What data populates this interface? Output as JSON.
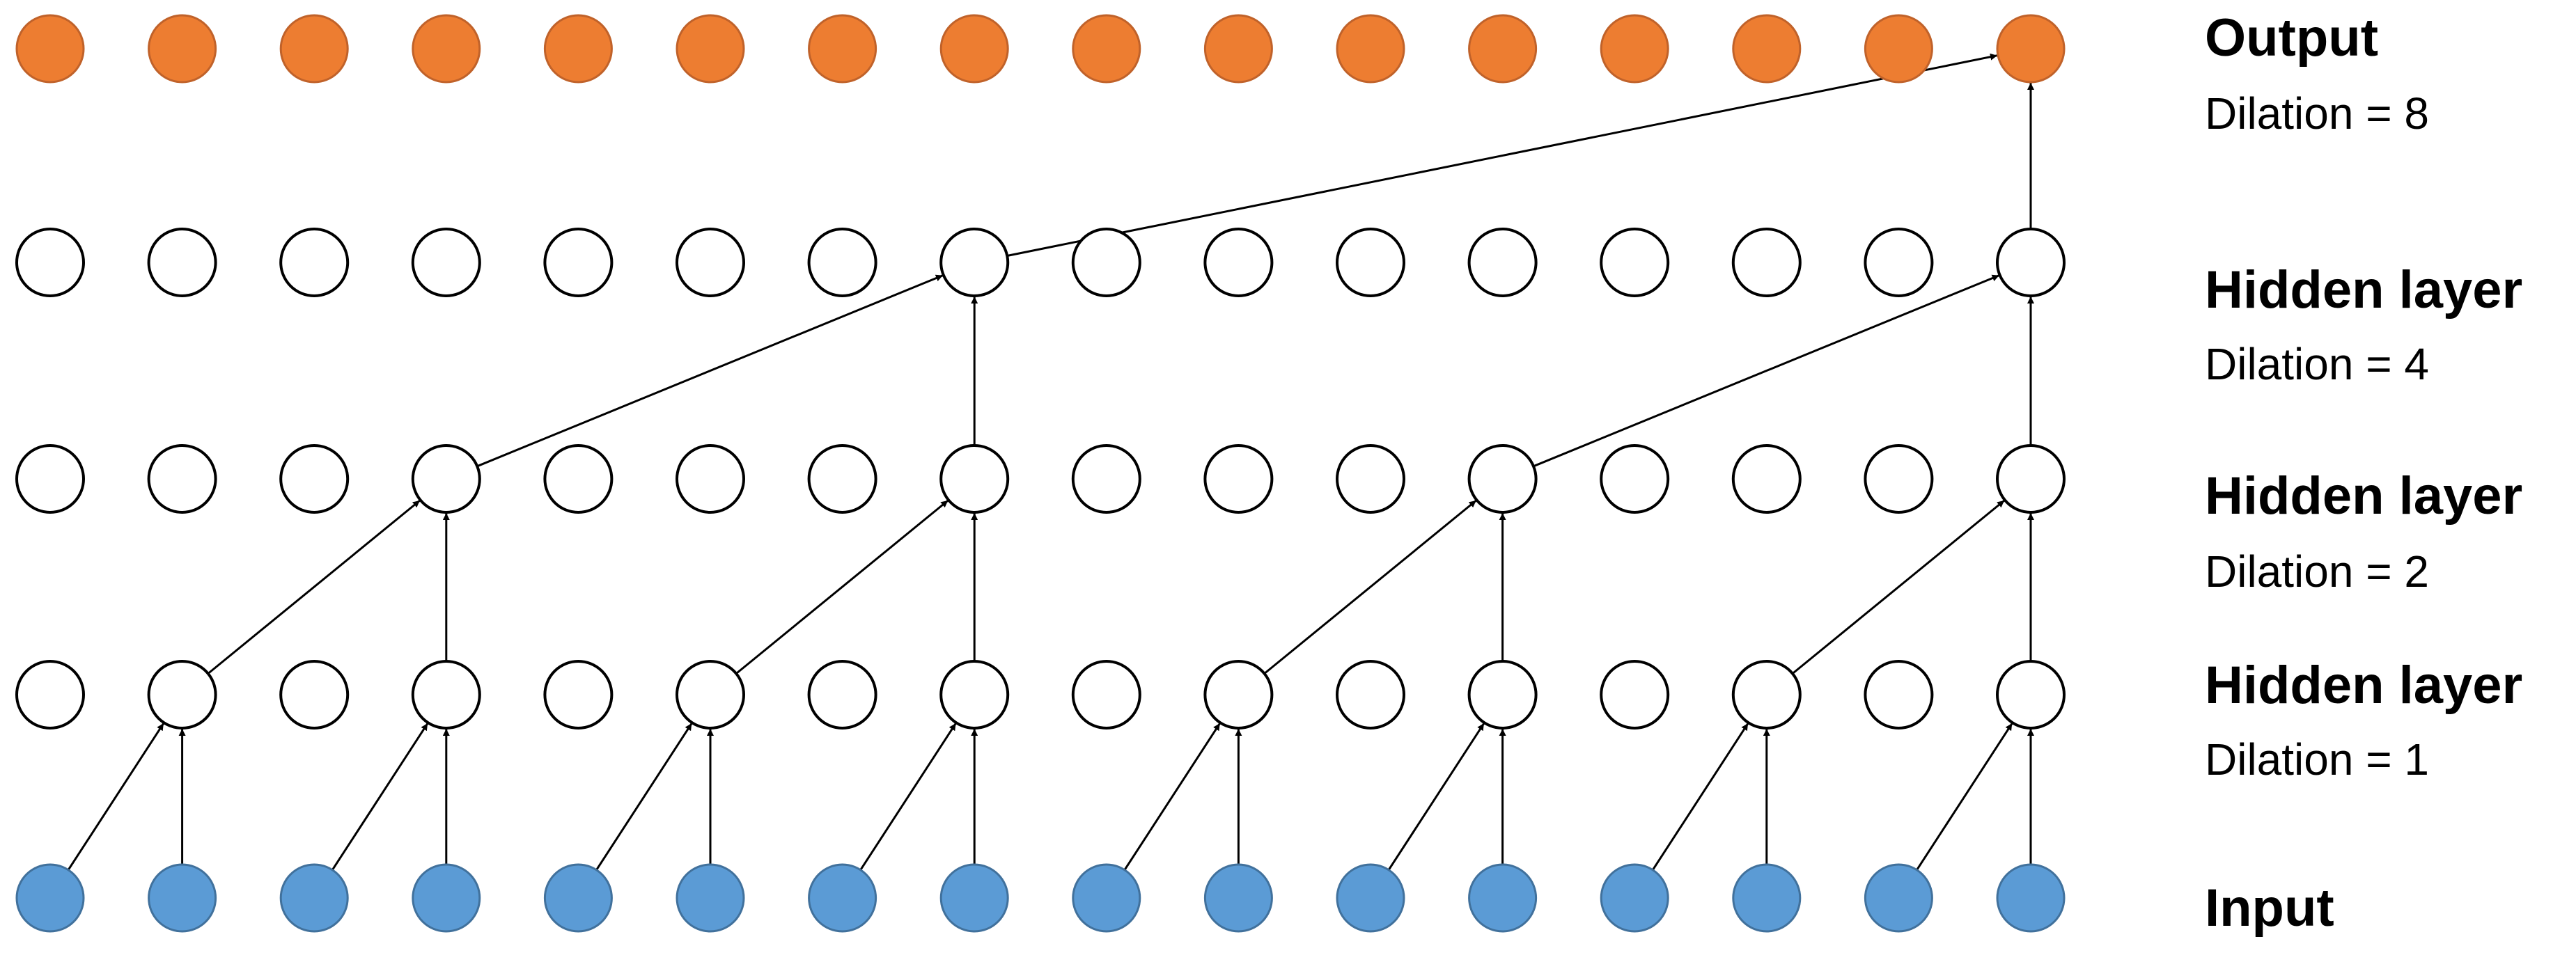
{
  "colors": {
    "output_fill": "#ED7D31",
    "output_stroke": "#C0622A",
    "input_fill": "#5B9BD5",
    "input_stroke": "#41719C",
    "hidden_fill": "#FFFFFF",
    "hidden_stroke": "#000000",
    "edge": "#000000"
  },
  "nodes_per_layer": 16,
  "layers": [
    {
      "id": "output",
      "kind": "output",
      "title": "Output",
      "subtitle": "Dilation = 8"
    },
    {
      "id": "hidden3",
      "kind": "hidden",
      "title": "Hidden layer",
      "subtitle": "Dilation = 4"
    },
    {
      "id": "hidden2",
      "kind": "hidden",
      "title": "Hidden layer",
      "subtitle": "Dilation = 2"
    },
    {
      "id": "hidden1",
      "kind": "hidden",
      "title": "Hidden layer",
      "subtitle": "Dilation = 1"
    },
    {
      "id": "input",
      "kind": "input",
      "title": "Input",
      "subtitle": ""
    }
  ],
  "edges": [
    {
      "from_layer": "input",
      "from": 0,
      "to_layer": "hidden1",
      "to": 1
    },
    {
      "from_layer": "input",
      "from": 1,
      "to_layer": "hidden1",
      "to": 1
    },
    {
      "from_layer": "input",
      "from": 2,
      "to_layer": "hidden1",
      "to": 3
    },
    {
      "from_layer": "input",
      "from": 3,
      "to_layer": "hidden1",
      "to": 3
    },
    {
      "from_layer": "input",
      "from": 4,
      "to_layer": "hidden1",
      "to": 5
    },
    {
      "from_layer": "input",
      "from": 5,
      "to_layer": "hidden1",
      "to": 5
    },
    {
      "from_layer": "input",
      "from": 6,
      "to_layer": "hidden1",
      "to": 7
    },
    {
      "from_layer": "input",
      "from": 7,
      "to_layer": "hidden1",
      "to": 7
    },
    {
      "from_layer": "input",
      "from": 8,
      "to_layer": "hidden1",
      "to": 9
    },
    {
      "from_layer": "input",
      "from": 9,
      "to_layer": "hidden1",
      "to": 9
    },
    {
      "from_layer": "input",
      "from": 10,
      "to_layer": "hidden1",
      "to": 11
    },
    {
      "from_layer": "input",
      "from": 11,
      "to_layer": "hidden1",
      "to": 11
    },
    {
      "from_layer": "input",
      "from": 12,
      "to_layer": "hidden1",
      "to": 13
    },
    {
      "from_layer": "input",
      "from": 13,
      "to_layer": "hidden1",
      "to": 13
    },
    {
      "from_layer": "input",
      "from": 14,
      "to_layer": "hidden1",
      "to": 15
    },
    {
      "from_layer": "input",
      "from": 15,
      "to_layer": "hidden1",
      "to": 15
    },
    {
      "from_layer": "hidden1",
      "from": 1,
      "to_layer": "hidden2",
      "to": 3
    },
    {
      "from_layer": "hidden1",
      "from": 3,
      "to_layer": "hidden2",
      "to": 3
    },
    {
      "from_layer": "hidden1",
      "from": 5,
      "to_layer": "hidden2",
      "to": 7
    },
    {
      "from_layer": "hidden1",
      "from": 7,
      "to_layer": "hidden2",
      "to": 7
    },
    {
      "from_layer": "hidden1",
      "from": 9,
      "to_layer": "hidden2",
      "to": 11
    },
    {
      "from_layer": "hidden1",
      "from": 11,
      "to_layer": "hidden2",
      "to": 11
    },
    {
      "from_layer": "hidden1",
      "from": 13,
      "to_layer": "hidden2",
      "to": 15
    },
    {
      "from_layer": "hidden1",
      "from": 15,
      "to_layer": "hidden2",
      "to": 15
    },
    {
      "from_layer": "hidden2",
      "from": 3,
      "to_layer": "hidden3",
      "to": 7
    },
    {
      "from_layer": "hidden2",
      "from": 7,
      "to_layer": "hidden3",
      "to": 7
    },
    {
      "from_layer": "hidden2",
      "from": 11,
      "to_layer": "hidden3",
      "to": 15
    },
    {
      "from_layer": "hidden2",
      "from": 15,
      "to_layer": "hidden3",
      "to": 15
    },
    {
      "from_layer": "hidden3",
      "from": 7,
      "to_layer": "output",
      "to": 15
    },
    {
      "from_layer": "hidden3",
      "from": 15,
      "to_layer": "output",
      "to": 15
    }
  ]
}
